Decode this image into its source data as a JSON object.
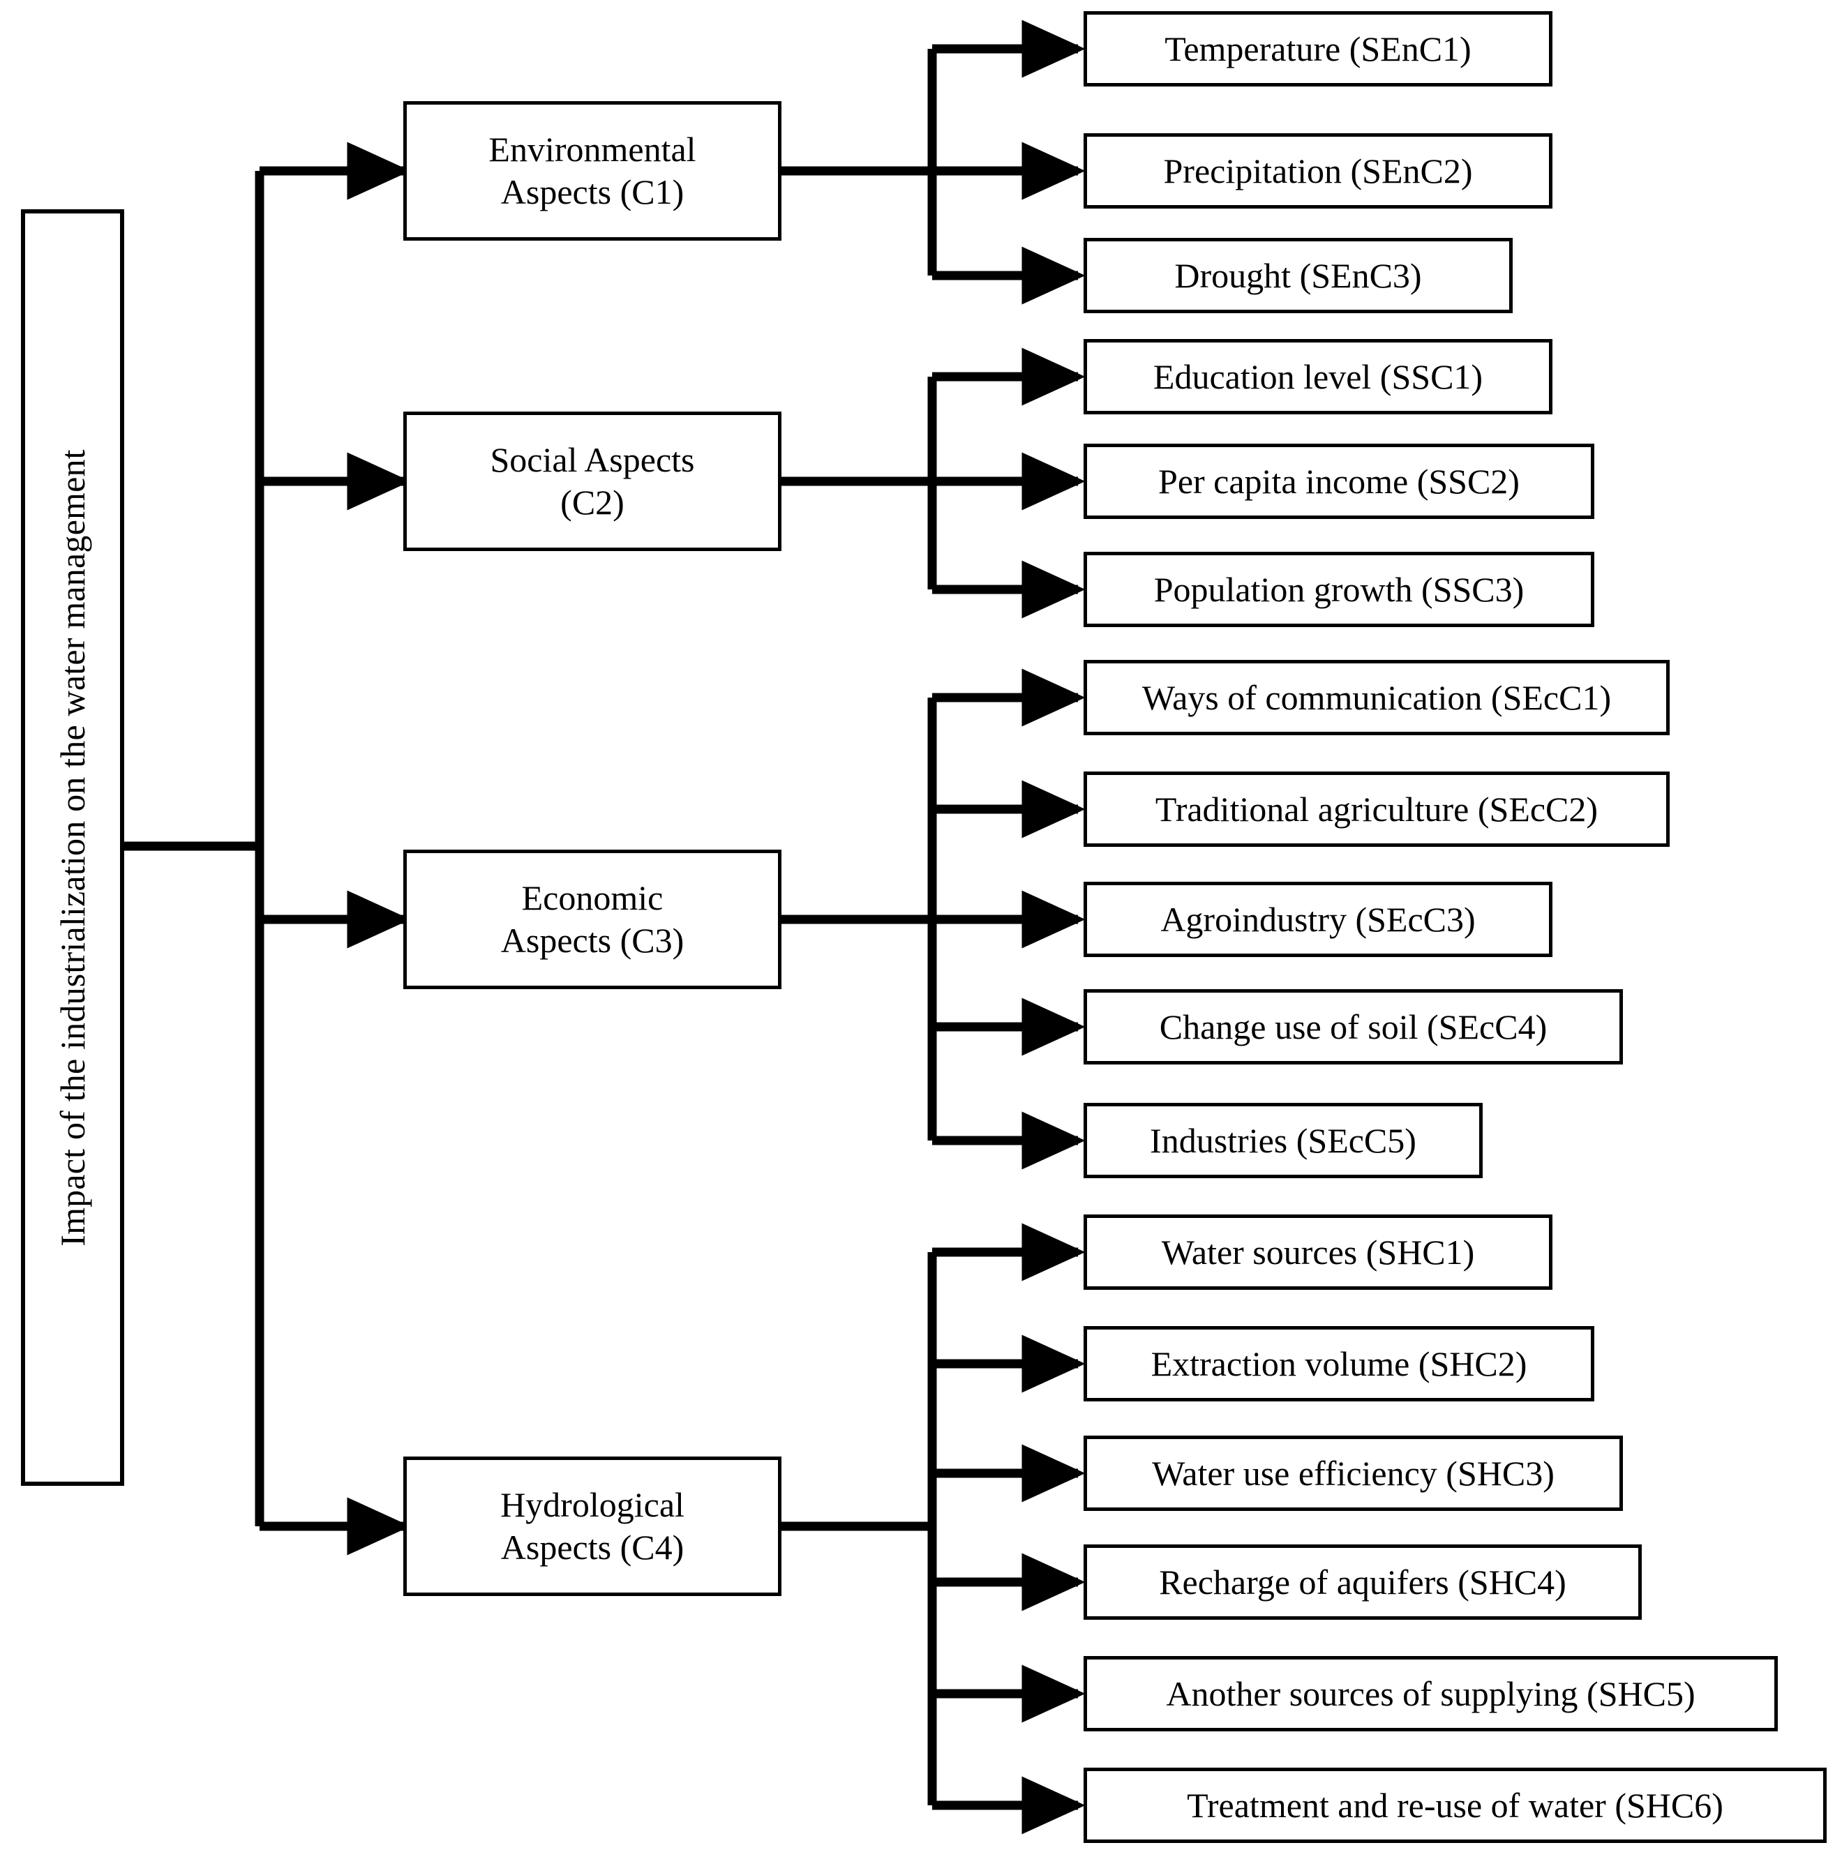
{
  "diagram": {
    "title_box": {
      "label": "Impact of the industrialization on the water management"
    },
    "criteria": [
      {
        "label": "Environmental\nAspects (C1)",
        "code": "C1",
        "subcriteria": [
          {
            "label": "Temperature (SEnC1)",
            "code": "SEnC1"
          },
          {
            "label": "Precipitation (SEnC2)",
            "code": "SEnC2"
          },
          {
            "label": "Drought (SEnC3)",
            "code": "SEnC3"
          }
        ]
      },
      {
        "label": "Social Aspects\n(C2)",
        "code": "C2",
        "subcriteria": [
          {
            "label": "Education level (SSC1)",
            "code": "SSC1"
          },
          {
            "label": "Per capita income (SSC2)",
            "code": "SSC2"
          },
          {
            "label": "Population growth (SSC3)",
            "code": "SSC3"
          }
        ]
      },
      {
        "label": "Economic\nAspects (C3)",
        "code": "C3",
        "subcriteria": [
          {
            "label": "Ways of communication (SEcC1)",
            "code": "SEcC1"
          },
          {
            "label": "Traditional agriculture (SEcC2)",
            "code": "SEcC2"
          },
          {
            "label": "Agroindustry (SEcC3)",
            "code": "SEcC3"
          },
          {
            "label": "Change use of soil (SEcC4)",
            "code": "SEcC4"
          },
          {
            "label": "Industries (SEcC5)",
            "code": "SEcC5"
          }
        ]
      },
      {
        "label": "Hydrological\nAspects (C4)",
        "code": "C4",
        "subcriteria": [
          {
            "label": "Water sources (SHC1)",
            "code": "SHC1"
          },
          {
            "label": "Extraction volume (SHC2)",
            "code": "SHC2"
          },
          {
            "label": "Water use efficiency (SHC3)",
            "code": "SHC3"
          },
          {
            "label": "Recharge of aquifers (SHC4)",
            "code": "SHC4"
          },
          {
            "label": "Another sources of supplying (SHC5)",
            "code": "SHC5"
          },
          {
            "label": "Treatment and re-use of water (SHC6)",
            "code": "SHC6"
          }
        ]
      }
    ],
    "colors": {
      "line": "#000000",
      "box_border": "#000000",
      "box_fill": "#ffffff",
      "text": "#000000"
    }
  }
}
